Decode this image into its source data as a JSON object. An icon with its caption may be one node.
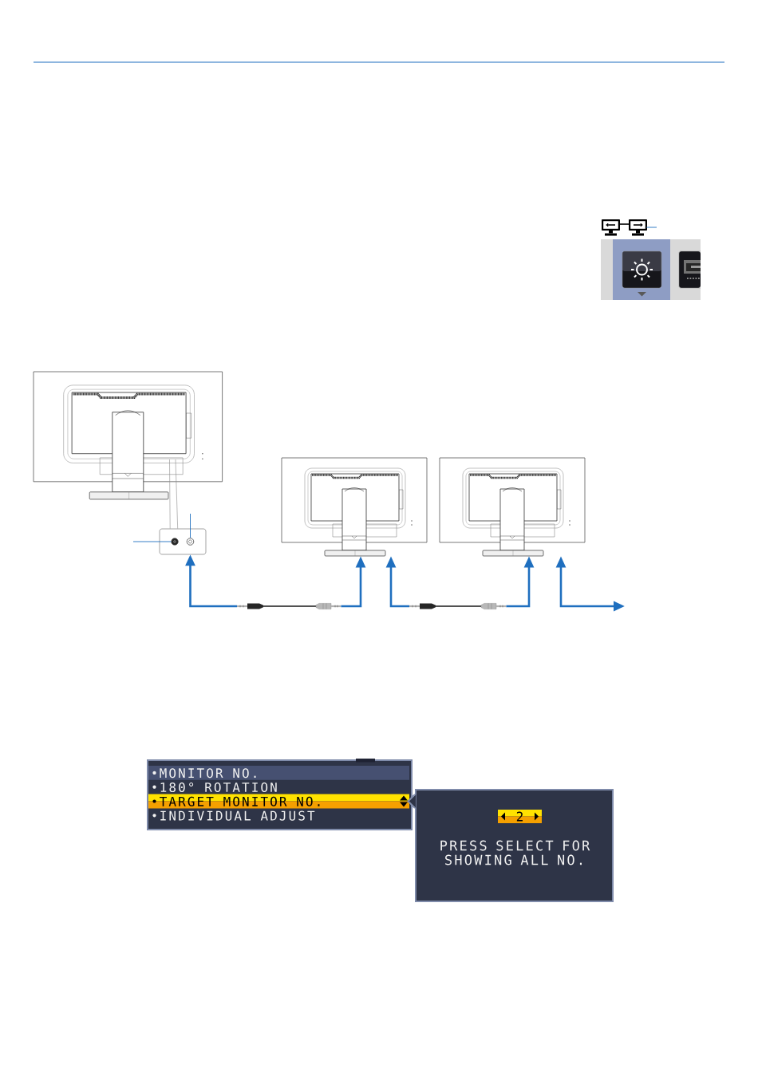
{
  "diagram": {
    "nodes": [
      {
        "text": [],
        "shape": "picture"
      },
      {
        "text": [],
        "shape": "picture"
      },
      {
        "text": [],
        "shape": "box"
      },
      {
        "text": [],
        "shape": "circle",
        "in": 2
      },
      {
        "text": [],
        "shape": "circle",
        "in": 2
      },
      {
        "text": [],
        "shape": "picture"
      },
      {
        "text": [],
        "shape": "picture"
      },
      {
        "text": [],
        "shape": "picture"
      },
      {
        "text": [],
        "shape": "picture"
      },
      {
        "text": [
          "MONITOR NO.",
          "180° ROTATION",
          "TARGET MONITOR NO.",
          "INDIVIDUAL ADJUST"
        ]
      },
      {
        "text": [
          "PRESS SELECT FOR SHOWING ALL NO."
        ]
      },
      {
        "text": [
          "2"
        ],
        "in": 10
      }
    ],
    "edges": [
      {
        "from": 0,
        "to": null,
        "arrow": "none"
      },
      {
        "from": null,
        "to": 3,
        "arrow": "none"
      },
      {
        "from": null,
        "to": 4,
        "arrow": "none"
      },
      {
        "from": 7,
        "to": 2,
        "arrow": "to"
      },
      {
        "from": 7,
        "to": 5,
        "arrow": "to"
      },
      {
        "from": 8,
        "to": 5,
        "arrow": "to"
      },
      {
        "from": 8,
        "to": 6,
        "arrow": "to"
      },
      {
        "from": null,
        "to": 6,
        "arrow": "both"
      },
      {
        "from": 1,
        "to": 2,
        "arrow": "none",
        "color": "#8c8c8c"
      },
      {
        "from": 1,
        "to": 2,
        "arrow": "none",
        "color": "#8c8c8c"
      }
    ]
  }
}
